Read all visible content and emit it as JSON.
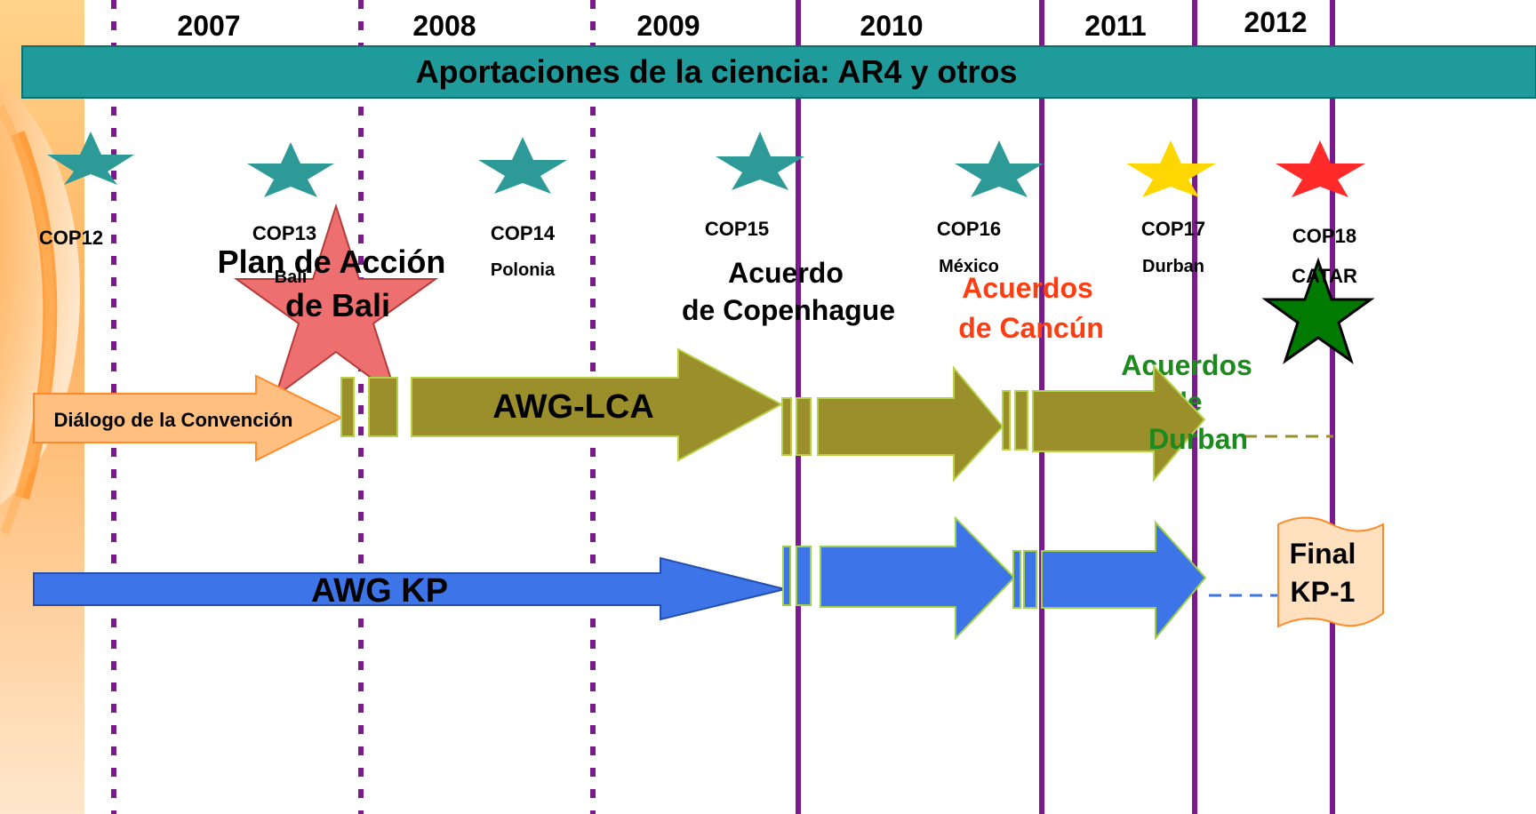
{
  "colors": {
    "teal_star": "#2e9a97",
    "yellow_star": "#ffd700",
    "red_star": "#ff2a2a",
    "green_star": "#007a00",
    "pink_star": "#ee6f6f",
    "banner": "#1f9b9b",
    "olive": "#9a8f2a",
    "blue": "#3d74e8",
    "orange": "#ffb36a",
    "purple": "#7a1a8c",
    "cancun_red": "#ff3d12",
    "durban_green": "#1c8a1c"
  },
  "years": [
    "2007",
    "2008",
    "2009",
    "2010",
    "2011",
    "2012"
  ],
  "banner": {
    "title": "Aportaciones de la ciencia: AR4 y otros"
  },
  "cops": [
    {
      "name": "COP12",
      "place": "",
      "star": "teal"
    },
    {
      "name": "COP13",
      "place": "Bali",
      "star": "teal"
    },
    {
      "name": "COP14",
      "place": "Polonia",
      "star": "teal"
    },
    {
      "name": "COP15",
      "place": "",
      "star": "teal"
    },
    {
      "name": "COP16",
      "place": "México",
      "star": "teal"
    },
    {
      "name": "COP17",
      "place": "Durban",
      "star": "yellow"
    },
    {
      "name": "COP18",
      "place": "CATAR",
      "star": "red"
    }
  ],
  "outcomes": {
    "bali_line1": "Plan de Acción",
    "bali_line2": "de Bali",
    "copenhague_line1": "Acuerdo",
    "copenhague_line2": "de Copenhague",
    "cancun_line1": "Acuerdos",
    "cancun_line2": "de Cancún",
    "durban_line1": "Acuerdos",
    "durban_line2": "de",
    "durban_line3": "Durban"
  },
  "tracks": {
    "dialogo": "Diálogo de la Convención",
    "awg_lca": "AWG-LCA",
    "awg_kp": "AWG KP"
  },
  "final_box": {
    "line1": "Final",
    "line2": "KP-1"
  }
}
